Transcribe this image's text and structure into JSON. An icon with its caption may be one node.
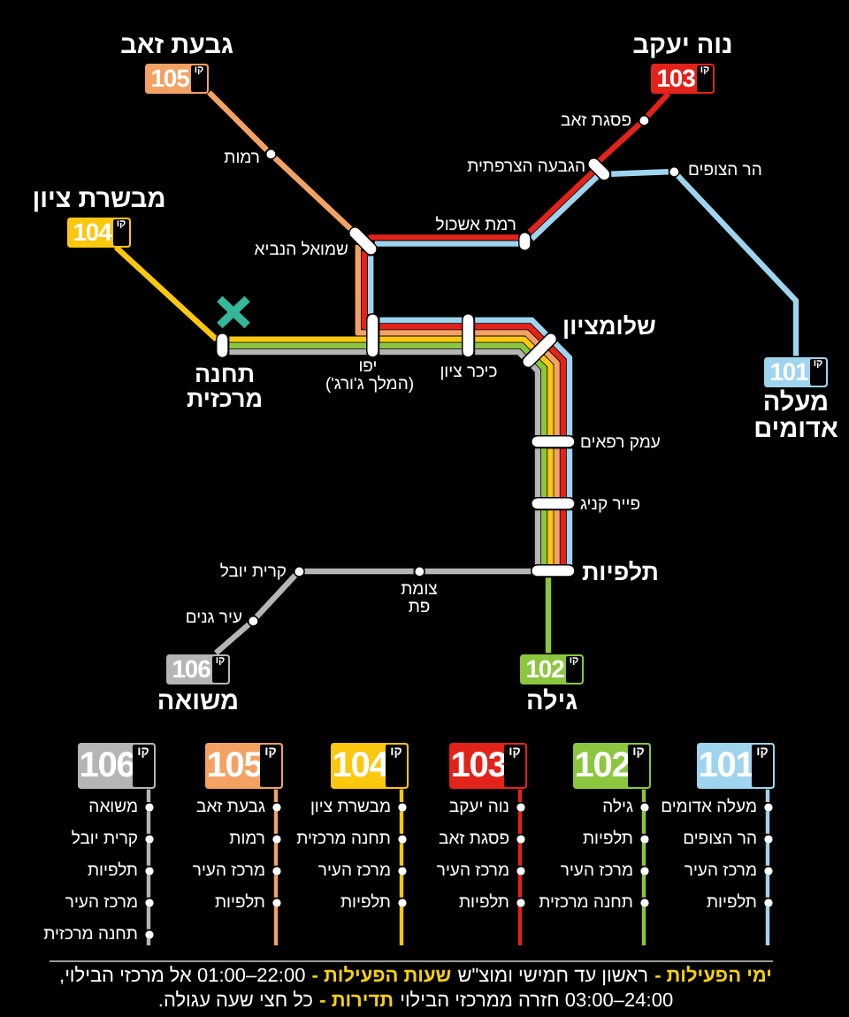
{
  "diagram": {
    "nodes": [
      {
        "text": [
          "נוה יעקב",
          "קו",
          "103"
        ]
      },
      {
        "text": [
          "גבעת זאב",
          "קו",
          "105"
        ]
      },
      {
        "text": [
          "פסגת זאב"
        ]
      },
      {
        "text": [
          "רמות"
        ]
      },
      {
        "text": [
          "הר הצופים"
        ]
      },
      {
        "text": [
          "הגבעה הצרפתית"
        ]
      },
      {
        "text": [
          "מבשרת ציון",
          "קו",
          "104"
        ]
      },
      {
        "text": [
          "רמת אשכול"
        ]
      },
      {
        "text": [
          "שמואל הנביא"
        ]
      },
      {
        "text": [
          "שלומציון"
        ]
      },
      {
        "text": [
          "כיכר ציון"
        ]
      },
      {
        "text": [
          "יפו",
          "(המלך ג'ורג')"
        ]
      },
      {
        "text": [
          "תחנה מרכזית"
        ]
      },
      {
        "text": [
          "קו",
          "101",
          "מעלה אדומים"
        ]
      },
      {
        "text": [
          "עמק רפאים"
        ]
      },
      {
        "text": [
          "פייר קניג"
        ]
      },
      {
        "text": [
          "תלפיות"
        ]
      },
      {
        "text": [
          "צומת פת"
        ]
      },
      {
        "text": [
          "קרית יובל"
        ]
      },
      {
        "text": [
          "עיר גנים"
        ]
      },
      {
        "text": [
          "קו",
          "102",
          "גילה"
        ]
      },
      {
        "text": [
          "קו",
          "106",
          "משואה"
        ]
      },
      {
        "text": [
          "קו",
          "101"
        ]
      },
      {
        "text": [
          "מעלה אדומים"
        ]
      },
      {
        "text": [
          "הר הצופים"
        ]
      },
      {
        "text": [
          "מרכז העיר"
        ]
      },
      {
        "text": [
          "תלפיות"
        ]
      },
      {
        "text": [
          "קו",
          "102"
        ]
      },
      {
        "text": [
          "גילה"
        ]
      },
      {
        "text": [
          "תלפיות"
        ]
      },
      {
        "text": [
          "מרכז העיר"
        ]
      },
      {
        "text": [
          "תחנה מרכזית"
        ]
      },
      {
        "text": [
          "קו",
          "103"
        ]
      },
      {
        "text": [
          "נוה יעקב"
        ]
      },
      {
        "text": [
          "פסגת זאב"
        ]
      },
      {
        "text": [
          "מרכז העיר"
        ]
      },
      {
        "text": [
          "תלפיות"
        ]
      },
      {
        "text": [
          "קו",
          "104"
        ]
      },
      {
        "text": [
          "מבשרת ציון"
        ]
      },
      {
        "text": [
          "תחנה מרכזית"
        ]
      },
      {
        "text": [
          "מרכז העיר"
        ]
      },
      {
        "text": [
          "תלפיות"
        ]
      },
      {
        "text": [
          "קו",
          "105"
        ]
      },
      {
        "text": [
          "גבעת זאב"
        ]
      },
      {
        "text": [
          "רמות"
        ]
      },
      {
        "text": [
          "מרכז העיר"
        ]
      },
      {
        "text": [
          "תלפיות"
        ]
      },
      {
        "text": [
          "קו",
          "106"
        ]
      },
      {
        "text": [
          "משואה"
        ]
      },
      {
        "text": [
          "קרית יובל"
        ]
      },
      {
        "text": [
          "תלפיות"
        ]
      },
      {
        "text": [
          "מרכז העיר"
        ]
      },
      {
        "text": [
          "תחנה מרכזית"
        ]
      }
    ],
    "edges": [
      {
        "from": 13,
        "to": 4,
        "arrow": "none",
        "color": "#9fd4ee"
      },
      {
        "from": 4,
        "to": 5,
        "arrow": "none",
        "color": "#9fd4ee"
      },
      {
        "from": 5,
        "to": 7,
        "arrow": "none",
        "color": "#9fd4ee"
      },
      {
        "from": 7,
        "to": 8,
        "arrow": "none",
        "color": "#9fd4ee"
      },
      {
        "from": 8,
        "to": 11,
        "arrow": "none",
        "color": "#9fd4ee"
      },
      {
        "from": 11,
        "to": 10,
        "arrow": "none",
        "color": "#9fd4ee"
      },
      {
        "from": 10,
        "to": 9,
        "arrow": "none",
        "color": "#9fd4ee"
      },
      {
        "from": 9,
        "to": 14,
        "arrow": "none",
        "color": "#9fd4ee"
      },
      {
        "from": 14,
        "to": 15,
        "arrow": "none",
        "color": "#9fd4ee"
      },
      {
        "from": 15,
        "to": 16,
        "arrow": "none",
        "color": "#9fd4ee"
      },
      {
        "from": 20,
        "to": 16,
        "arrow": "none",
        "color": "#8cc63e"
      },
      {
        "from": 16,
        "to": 15,
        "arrow": "none",
        "color": "#8cc63e"
      },
      {
        "from": 15,
        "to": 14,
        "arrow": "none",
        "color": "#8cc63e"
      },
      {
        "from": 14,
        "to": 9,
        "arrow": "none",
        "color": "#8cc63e"
      },
      {
        "from": 9,
        "to": 10,
        "arrow": "none",
        "color": "#8cc63e"
      },
      {
        "from": 10,
        "to": 11,
        "arrow": "none",
        "color": "#8cc63e"
      },
      {
        "from": 11,
        "to": 12,
        "arrow": "none",
        "color": "#8cc63e"
      },
      {
        "from": 0,
        "to": 2,
        "arrow": "none",
        "color": "#e2231a"
      },
      {
        "from": 2,
        "to": 5,
        "arrow": "none",
        "color": "#e2231a"
      },
      {
        "from": 5,
        "to": 7,
        "arrow": "none",
        "color": "#e2231a"
      },
      {
        "from": 7,
        "to": 8,
        "arrow": "none",
        "color": "#e2231a"
      },
      {
        "from": 8,
        "to": 11,
        "arrow": "none",
        "color": "#e2231a"
      },
      {
        "from": 11,
        "to": 10,
        "arrow": "none",
        "color": "#e2231a"
      },
      {
        "from": 10,
        "to": 9,
        "arrow": "none",
        "color": "#e2231a"
      },
      {
        "from": 9,
        "to": 14,
        "arrow": "none",
        "color": "#e2231a"
      },
      {
        "from": 14,
        "to": 15,
        "arrow": "none",
        "color": "#e2231a"
      },
      {
        "from": 15,
        "to": 16,
        "arrow": "none",
        "color": "#e2231a"
      },
      {
        "from": 6,
        "to": 12,
        "arrow": "none",
        "color": "#fcc70f"
      },
      {
        "from": 12,
        "to": 11,
        "arrow": "none",
        "color": "#fcc70f"
      },
      {
        "from": 11,
        "to": 10,
        "arrow": "none",
        "color": "#fcc70f"
      },
      {
        "from": 10,
        "to": 9,
        "arrow": "none",
        "color": "#fcc70f"
      },
      {
        "from": 9,
        "to": 14,
        "arrow": "none",
        "color": "#fcc70f"
      },
      {
        "from": 14,
        "to": 15,
        "arrow": "none",
        "color": "#fcc70f"
      },
      {
        "from": 15,
        "to": 16,
        "arrow": "none",
        "color": "#fcc70f"
      },
      {
        "from": 1,
        "to": 3,
        "arrow": "none",
        "color": "#f3a263"
      },
      {
        "from": 3,
        "to": 8,
        "arrow": "none",
        "color": "#f3a263"
      },
      {
        "from": 8,
        "to": 11,
        "arrow": "none",
        "color": "#f3a263"
      },
      {
        "from": 11,
        "to": 10,
        "arrow": "none",
        "color": "#f3a263"
      },
      {
        "from": 10,
        "to": 9,
        "arrow": "none",
        "color": "#f3a263"
      },
      {
        "from": 9,
        "to": 14,
        "arrow": "none",
        "color": "#f3a263"
      },
      {
        "from": 14,
        "to": 15,
        "arrow": "none",
        "color": "#f3a263"
      },
      {
        "from": 15,
        "to": 16,
        "arrow": "none",
        "color": "#f3a263"
      },
      {
        "from": 21,
        "to": 19,
        "arrow": "none",
        "color": "#b5b5b5"
      },
      {
        "from": 19,
        "to": 18,
        "arrow": "none",
        "color": "#b5b5b5"
      },
      {
        "from": 18,
        "to": 17,
        "arrow": "none",
        "color": "#b5b5b5"
      },
      {
        "from": 17,
        "to": 16,
        "arrow": "none",
        "color": "#b5b5b5"
      },
      {
        "from": 16,
        "to": 15,
        "arrow": "none",
        "color": "#b5b5b5"
      },
      {
        "from": 15,
        "to": 14,
        "arrow": "none",
        "color": "#b5b5b5"
      },
      {
        "from": 14,
        "to": 9,
        "arrow": "none",
        "color": "#b5b5b5"
      },
      {
        "from": 9,
        "to": 10,
        "arrow": "none",
        "color": "#b5b5b5"
      },
      {
        "from": 10,
        "to": 11,
        "arrow": "none",
        "color": "#b5b5b5"
      },
      {
        "from": 11,
        "to": 12,
        "arrow": "none",
        "color": "#b5b5b5"
      },
      {
        "from": 22,
        "to": 23,
        "arrow": "none",
        "color": "#9fd4ee"
      },
      {
        "from": 23,
        "to": 24,
        "arrow": "none",
        "color": "#9fd4ee"
      },
      {
        "from": 24,
        "to": 25,
        "arrow": "none",
        "color": "#9fd4ee"
      },
      {
        "from": 25,
        "to": 26,
        "arrow": "none",
        "color": "#9fd4ee"
      },
      {
        "from": 26,
        "to": null,
        "arrow": "none",
        "color": "#9fd4ee"
      },
      {
        "from": 27,
        "to": 28,
        "arrow": "none",
        "color": "#8cc63e"
      },
      {
        "from": 28,
        "to": 29,
        "arrow": "none",
        "color": "#8cc63e"
      },
      {
        "from": 29,
        "to": 30,
        "arrow": "none",
        "color": "#8cc63e"
      },
      {
        "from": 30,
        "to": 31,
        "arrow": "none",
        "color": "#8cc63e"
      },
      {
        "from": 31,
        "to": null,
        "arrow": "none",
        "color": "#8cc63e"
      },
      {
        "from": 32,
        "to": 33,
        "arrow": "none",
        "color": "#e2231a"
      },
      {
        "from": 33,
        "to": 34,
        "arrow": "none",
        "color": "#e2231a"
      },
      {
        "from": 34,
        "to": 35,
        "arrow": "none",
        "color": "#e2231a"
      },
      {
        "from": 35,
        "to": 36,
        "arrow": "none",
        "color": "#e2231a"
      },
      {
        "from": 36,
        "to": null,
        "arrow": "none",
        "color": "#e2231a"
      },
      {
        "from": 37,
        "to": 38,
        "arrow": "none",
        "color": "#fcc70f"
      },
      {
        "from": 38,
        "to": 39,
        "arrow": "none",
        "color": "#fcc70f"
      },
      {
        "from": 39,
        "to": 40,
        "arrow": "none",
        "color": "#fcc70f"
      },
      {
        "from": 40,
        "to": 41,
        "arrow": "none",
        "color": "#fcc70f"
      },
      {
        "from": 41,
        "to": null,
        "arrow": "none",
        "color": "#fcc70f"
      },
      {
        "from": 42,
        "to": 43,
        "arrow": "none",
        "color": "#f3a263"
      },
      {
        "from": 43,
        "to": 44,
        "arrow": "none",
        "color": "#f3a263"
      },
      {
        "from": 44,
        "to": 45,
        "arrow": "none",
        "color": "#f3a263"
      },
      {
        "from": 45,
        "to": 46,
        "arrow": "none",
        "color": "#f3a263"
      },
      {
        "from": 46,
        "to": null,
        "arrow": "none",
        "color": "#f3a263"
      },
      {
        "from": 47,
        "to": 48,
        "arrow": "none",
        "color": "#b5b5b5"
      },
      {
        "from": 48,
        "to": 49,
        "arrow": "none",
        "color": "#b5b5b5"
      },
      {
        "from": 49,
        "to": 50,
        "arrow": "none",
        "color": "#b5b5b5"
      },
      {
        "from": 50,
        "to": 51,
        "arrow": "none",
        "color": "#b5b5b5"
      },
      {
        "from": 51,
        "to": 52,
        "arrow": "none",
        "color": "#b5b5b5"
      },
      {
        "from": 52,
        "to": null,
        "arrow": "none",
        "color": "#b5b5b5"
      }
    ],
    "labels": [
      "ימי הפעילות -",
      "ראשון עד חמישי ומוצ\"ש",
      "שעות הפעילות -",
      "22:00–01:00 אל מרכזי הבילוי,",
      "24:00–03:00 חזרה ממרכזי הבילוי",
      "תדירות -",
      "כל חצי שעה עגולה."
    ]
  }
}
